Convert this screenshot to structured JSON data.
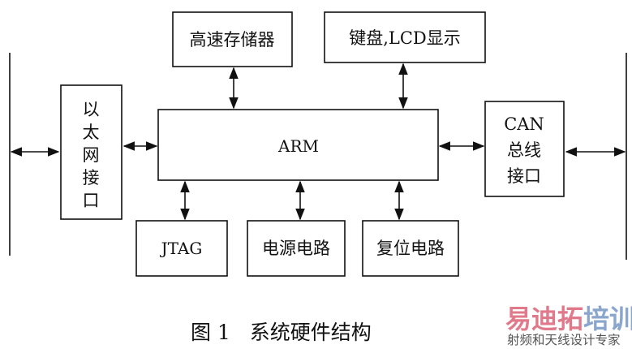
{
  "diagram": {
    "nodes": {
      "memory": "高速存储器",
      "keyboard_lcd": "键盘,LCD显示",
      "ethernet": [
        "以",
        "太",
        "网",
        "接",
        "口"
      ],
      "arm": "ARM",
      "can": [
        "CAN",
        "总线",
        "接口"
      ],
      "jtag": "JTAG",
      "power": "电源电路",
      "reset": "复位电路"
    },
    "edges": [
      [
        "left-bus",
        "ethernet"
      ],
      [
        "ethernet",
        "arm"
      ],
      [
        "memory",
        "arm"
      ],
      [
        "keyboard_lcd",
        "arm"
      ],
      [
        "arm",
        "can"
      ],
      [
        "can",
        "right-bus"
      ],
      [
        "jtag",
        "arm"
      ],
      [
        "power",
        "arm"
      ],
      [
        "reset",
        "arm"
      ]
    ],
    "caption": "图 1   系统硬件结构"
  },
  "watermark": {
    "line1a": "易迪拓",
    "line1b": "培训",
    "line2": "射频和天线设计专家",
    "color_a": "#e07a8a",
    "color_b": "#8aa6cc"
  }
}
